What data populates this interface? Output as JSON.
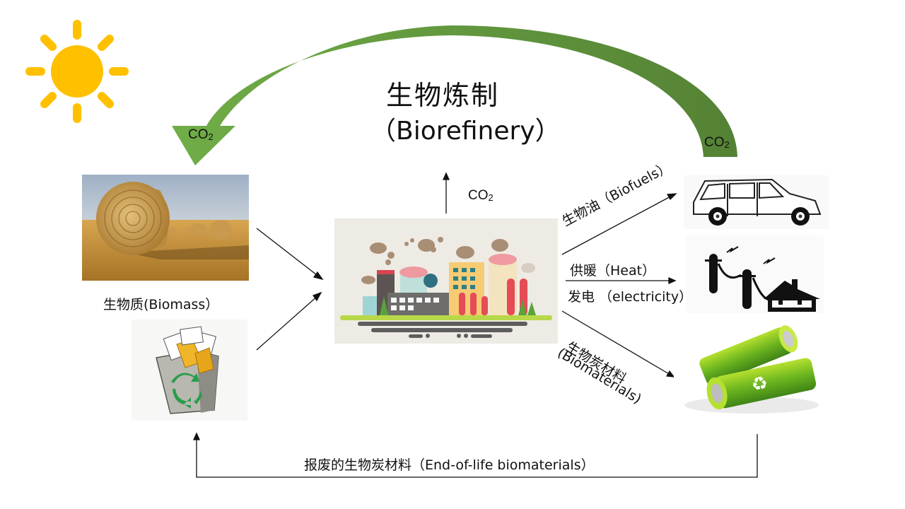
{
  "title": {
    "chinese": "生物炼制",
    "english": "（Biorefinery）"
  },
  "cycle_arrow": {
    "color_light": "#70ad47",
    "color_dark": "#548235",
    "left_label": {
      "main": "CO",
      "sub": "2"
    },
    "right_label": {
      "main": "CO",
      "sub": "2"
    }
  },
  "sun": {
    "icon": "sun-icon",
    "color": "#ffc000"
  },
  "inputs": {
    "biomass": {
      "image": "hay-bale-field-photo",
      "label": "生物质(Biomass）"
    },
    "waste": {
      "image": "recycle-bin-icon"
    }
  },
  "refinery": {
    "image": "factory-illustration",
    "emission": {
      "main": "CO",
      "sub": "2"
    }
  },
  "outputs": [
    {
      "id": "biofuels",
      "label": "生物油（Biofuels）",
      "image": "car-icon"
    },
    {
      "id": "heat",
      "label": "供暖（Heat）",
      "image": "power-line-house-icon"
    },
    {
      "id": "electricity",
      "label": "发电 （electricity）"
    },
    {
      "id": "biomaterials",
      "label_cn": "生物炭材料",
      "label_en": "(Biomaterials)",
      "image": "green-battery-photo"
    }
  ],
  "return_loop": {
    "label": "报废的生物炭材料（End-of-life biomaterials）"
  }
}
